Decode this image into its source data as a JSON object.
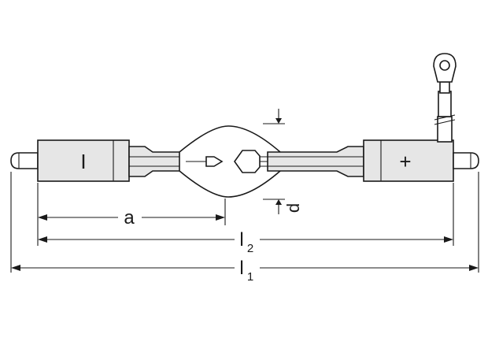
{
  "labels": {
    "minus_sign": "I",
    "plus_sign": "+",
    "dim_a": "a",
    "dim_l2": "l",
    "dim_l2_sub": "2",
    "dim_l1": "l",
    "dim_l1_sub": "1",
    "dim_d": "d"
  },
  "colors": {
    "line": "#1a1a1a",
    "body_fill": "#e6e6e6",
    "background": "#ffffff"
  }
}
